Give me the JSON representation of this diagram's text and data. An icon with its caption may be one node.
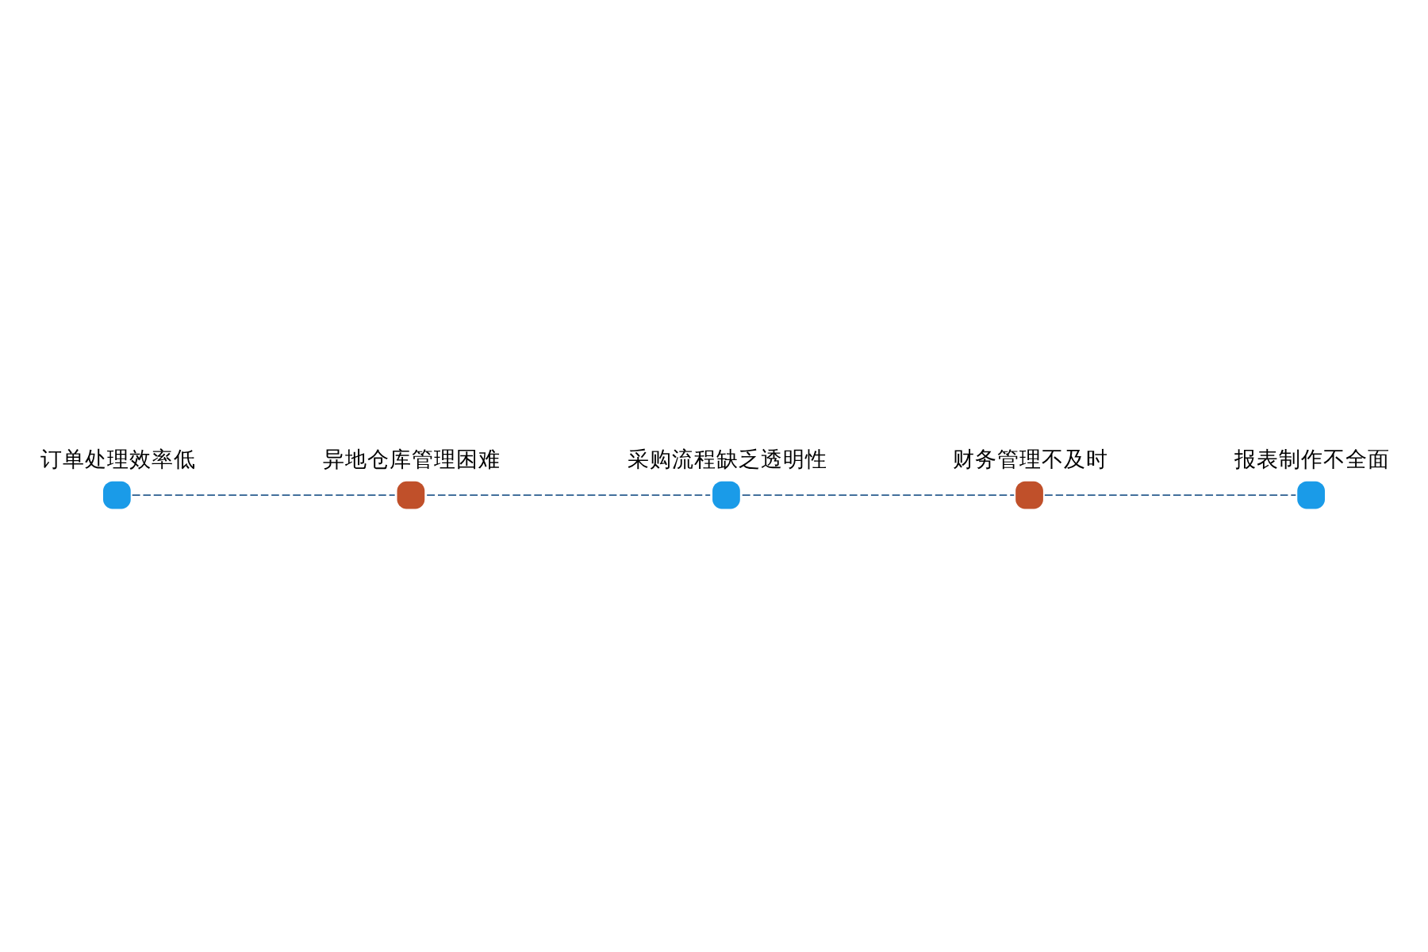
{
  "diagram": {
    "nodes": [
      {
        "text": [],
        "shape": "circle",
        "beside": [
          "订单处理效率低"
        ]
      },
      {
        "text": [],
        "shape": "circle",
        "beside": [
          "异地仓库管理困难"
        ]
      },
      {
        "text": [],
        "shape": "circle",
        "beside": [
          "采购流程缺乏透明性"
        ]
      },
      {
        "text": [],
        "shape": "circle",
        "beside": [
          "财务管理不及时"
        ]
      },
      {
        "text": [],
        "shape": "circle",
        "beside": [
          "报表制作不全面"
        ]
      }
    ],
    "edges": [
      {
        "from": 0,
        "to": 1,
        "arrow": "none",
        "style": "dashed"
      },
      {
        "from": 1,
        "to": 2,
        "arrow": "none",
        "style": "dashed"
      },
      {
        "from": 2,
        "to": 3,
        "arrow": "none",
        "style": "dashed"
      },
      {
        "from": 3,
        "to": 4,
        "arrow": "none",
        "style": "dashed"
      }
    ]
  }
}
